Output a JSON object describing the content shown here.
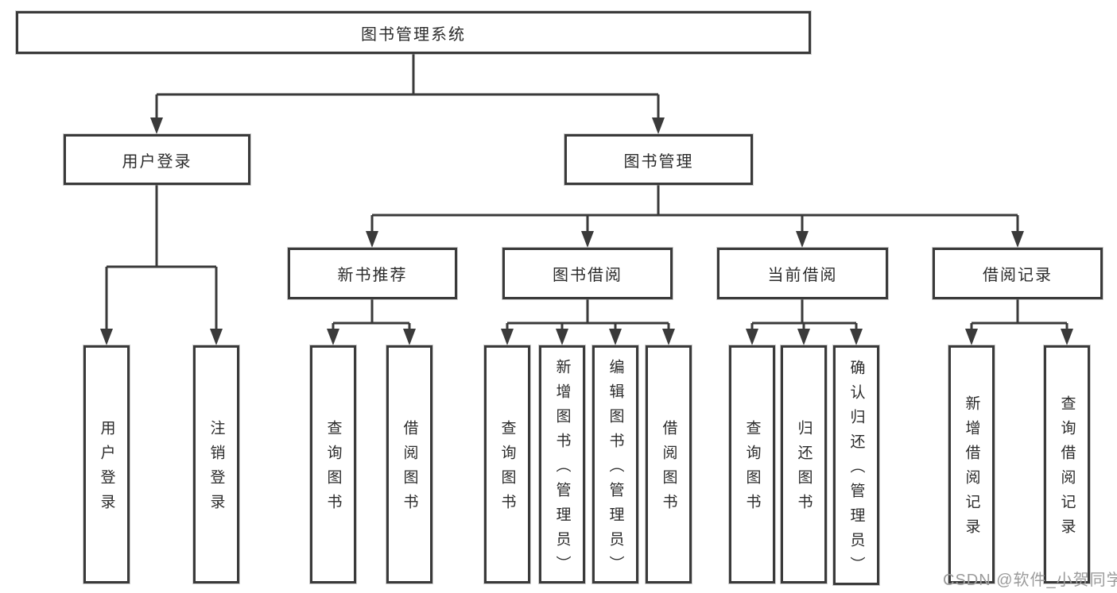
{
  "nodes": {
    "root": "图书管理系统",
    "level2": [
      "用户登录",
      "图书管理"
    ],
    "level3": [
      "新书推荐",
      "图书借阅",
      "当前借阅",
      "借阅记录"
    ],
    "leaves": [
      "用户登录",
      "注销登录",
      "查询图书",
      "借阅图书",
      "查询图书",
      "新增图书（管理员）",
      "编辑图书（管理员）",
      "借阅图书",
      "查询图书",
      "归还图书",
      "确认归还（管理员）",
      "新增借阅记录",
      "查询借阅记录"
    ]
  },
  "hierarchy": {
    "label": "图书管理系统",
    "children": [
      {
        "label": "用户登录",
        "children": [
          {
            "label": "用户登录"
          },
          {
            "label": "注销登录"
          }
        ]
      },
      {
        "label": "图书管理",
        "children": [
          {
            "label": "新书推荐",
            "children": [
              {
                "label": "查询图书"
              },
              {
                "label": "借阅图书"
              }
            ]
          },
          {
            "label": "图书借阅",
            "children": [
              {
                "label": "查询图书"
              },
              {
                "label": "新增图书（管理员）"
              },
              {
                "label": "编辑图书（管理员）"
              },
              {
                "label": "借阅图书"
              }
            ]
          },
          {
            "label": "当前借阅",
            "children": [
              {
                "label": "查询图书"
              },
              {
                "label": "归还图书"
              },
              {
                "label": "确认归还（管理员）"
              }
            ]
          },
          {
            "label": "借阅记录",
            "children": [
              {
                "label": "新增借阅记录"
              },
              {
                "label": "查询借阅记录"
              }
            ]
          }
        ]
      }
    ]
  },
  "watermark": "CSDN @软件_小贺同学",
  "colors": {
    "line": "#3a3a3a",
    "text": "#2b2b2b",
    "box_background": "#ffffff",
    "page_background": "#ffffff",
    "watermark": "#9b9b9b"
  }
}
